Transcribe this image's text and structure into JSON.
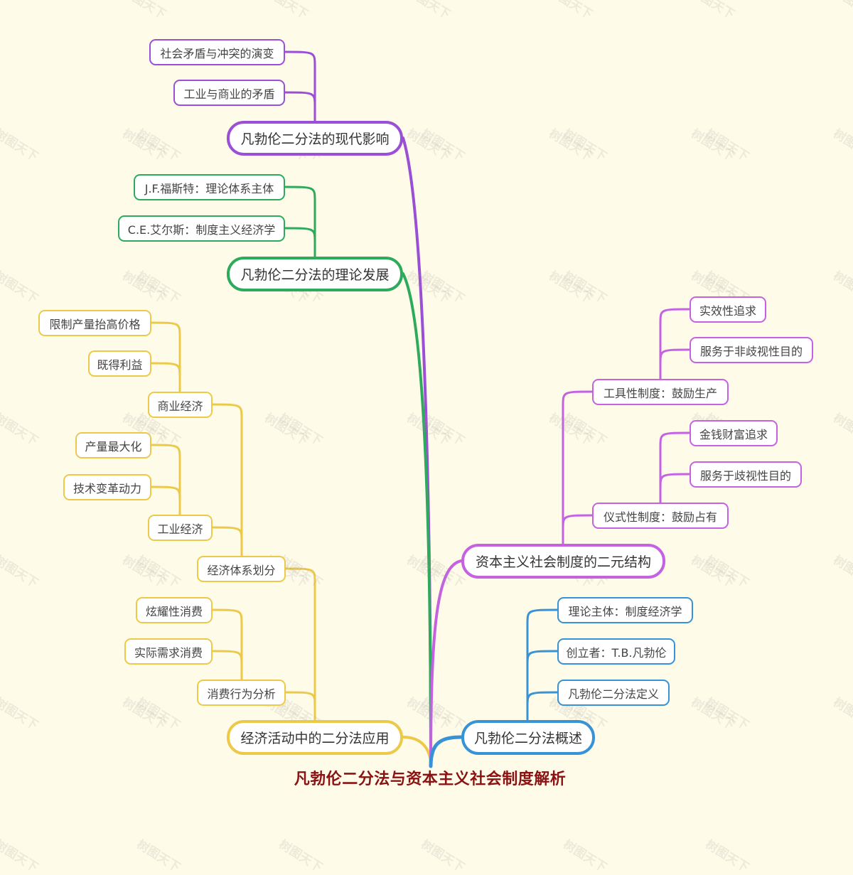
{
  "root": {
    "title": "凡勃伦二分法与资本主义社会制度解析"
  },
  "watermark": {
    "text": "树图天下"
  },
  "colors": {
    "modern_influence": "#9b4fd6",
    "theory_development": "#2daa5c",
    "application": "#edc94a",
    "dual_structure": "#c462e2",
    "overview": "#3793d5",
    "background": "#fefbe9",
    "root_title": "#8b1212"
  },
  "branches": {
    "modern_influence": {
      "label": "凡勃伦二分法的现代影响",
      "children": [
        "社会矛盾与冲突的演变",
        "工业与商业的矛盾"
      ]
    },
    "theory_development": {
      "label": "凡勃伦二分法的理论发展",
      "children": [
        "J.F.福斯特：理论体系主体",
        "C.E.艾尔斯：制度主义经济学"
      ]
    },
    "application": {
      "label": "经济活动中的二分法应用",
      "economic_system": {
        "label": "经济体系划分",
        "commercial": {
          "label": "商业经济",
          "children": [
            "限制产量抬高价格",
            "既得利益"
          ]
        },
        "industrial": {
          "label": "工业经济",
          "children": [
            "产量最大化",
            "技术变革动力"
          ]
        }
      },
      "consumption": {
        "label": "消费行为分析",
        "children": [
          "炫耀性消费",
          "实际需求消费"
        ]
      }
    },
    "dual_structure": {
      "label": "资本主义社会制度的二元结构",
      "instrumental": {
        "label": "工具性制度：鼓励生产",
        "children": [
          "实效性追求",
          "服务于非歧视性目的"
        ]
      },
      "ceremonial": {
        "label": "仪式性制度：鼓励占有",
        "children": [
          "金钱财富追求",
          "服务于歧视性目的"
        ]
      }
    },
    "overview": {
      "label": "凡勃伦二分法概述",
      "children": [
        "理论主体：制度经济学",
        "创立者：T.B.凡勃伦",
        "凡勃伦二分法定义"
      ]
    }
  }
}
